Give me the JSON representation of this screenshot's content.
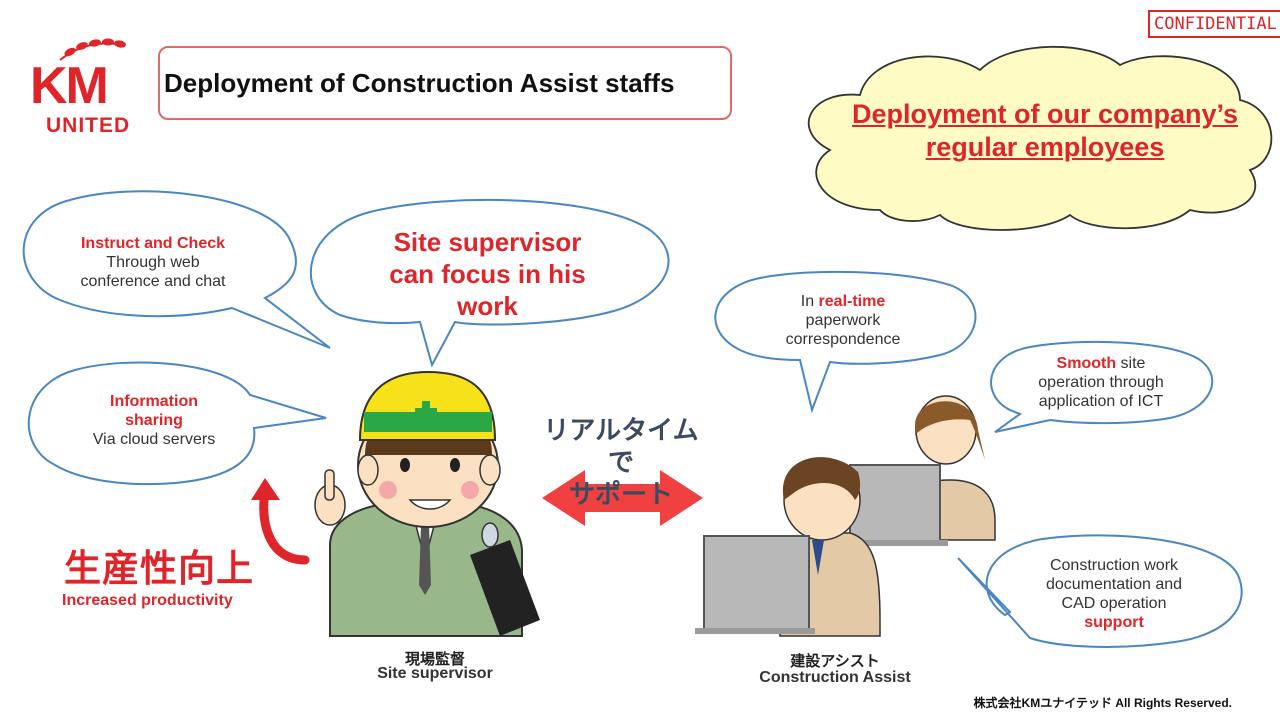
{
  "logo": {
    "mark": "KM",
    "sub": "UNITED"
  },
  "title": "Deployment of Construction Assist staffs",
  "confidential": "CONFIDENTIAL",
  "cloud": {
    "line1": "Deployment of our company’s",
    "line2": "regular employees"
  },
  "bubbles": {
    "instruct": {
      "title": "Instruct and Check",
      "body1": "Through web",
      "body2": "conference and chat"
    },
    "focus": {
      "line1": "Site supervisor",
      "line2": "can focus in his",
      "line3": "work"
    },
    "info": {
      "title1": "Information",
      "title2": "sharing",
      "body": "Via cloud servers"
    },
    "realtime": {
      "pre": "In ",
      "hl": "real-time",
      "body1": "paperwork",
      "body2": "correspondence"
    },
    "smooth": {
      "hl": "Smooth",
      "post": " site",
      "body1": "operation through",
      "body2": "application of ICT"
    },
    "cad": {
      "body1": "Construction work",
      "body2": "documentation and",
      "body3": "CAD operation",
      "hl": "support"
    }
  },
  "realtime_support": {
    "line1": "リアルタイムで",
    "line2": "サポート"
  },
  "productivity": {
    "jp": "生産性向上",
    "en": "Increased productivity"
  },
  "supervisor_label": {
    "jp": "現場監督",
    "en": "Site supervisor"
  },
  "assist_label": {
    "jp": "建設アシスト",
    "en": "Construction Assist"
  },
  "copyright": "株式会社KMユナイテッド  All Rights Reserved.",
  "colors": {
    "accent_red": "#e0252a",
    "bubble_stroke": "#4a86c2",
    "cloud_fill": "#fefbc4",
    "helmet": "#f7e21a"
  },
  "icons": [
    "wheat-icon",
    "helmet-worker-illustration",
    "office-workers-illustration",
    "double-arrow-icon",
    "curved-up-arrow-icon"
  ]
}
